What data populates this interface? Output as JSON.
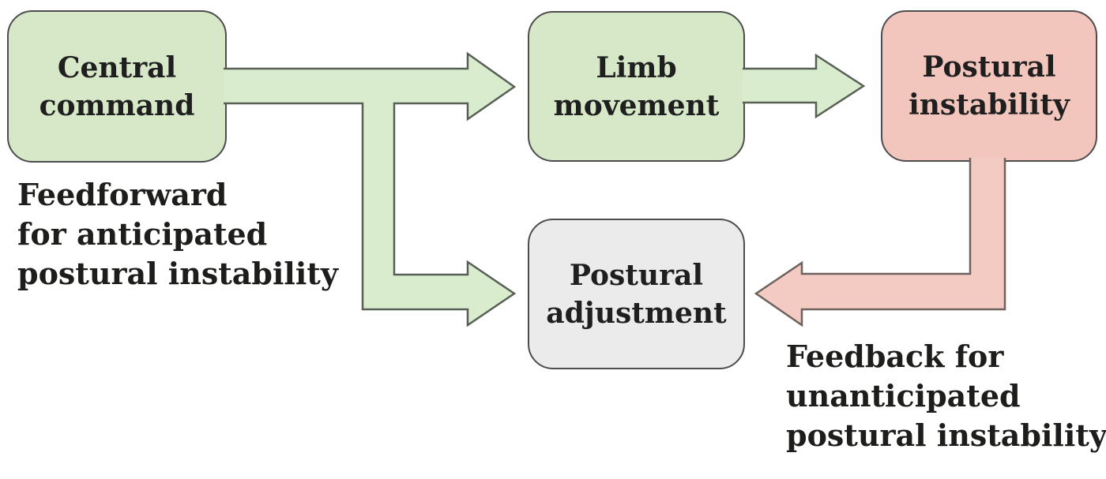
{
  "figure": {
    "title": "Feedforward and feedback postural control diagram",
    "background": "#ffffff"
  },
  "colors": {
    "green_box_fill": "#d6e8c7",
    "green_arrow_fill": "#d9ecce",
    "pink_box_fill": "#f2c6bd",
    "pink_arrow_fill": "#f4cbc2",
    "gray_box_fill": "#ebebeb",
    "box_border": "#4d4d4d",
    "text": "#1f1f1f"
  },
  "nodes": {
    "central_command": {
      "line1": "Central",
      "line2": "command"
    },
    "limb_movement": {
      "line1": "Limb",
      "line2": "movement"
    },
    "postural_instability": {
      "line1": "Postural",
      "line2": "instability"
    },
    "postural_adjustment": {
      "line1": "Postural",
      "line2": "adjustment"
    }
  },
  "labels": {
    "feedforward": {
      "line1": "Feedforward",
      "line2": "for anticipated",
      "line3": "postural instability"
    },
    "feedback": {
      "line1": "Feedback for",
      "line2": "unanticipated",
      "line3": "postural instability"
    }
  },
  "arrows": [
    {
      "name": "feedforward-arrow",
      "from": "Central command",
      "to": "Limb movement and Postural adjustment",
      "color": "#d9ecce"
    },
    {
      "name": "limb-to-instability-arrow",
      "from": "Limb movement",
      "to": "Postural instability",
      "color": "#d9ecce"
    },
    {
      "name": "feedback-arrow",
      "from": "Postural instability",
      "to": "Postural adjustment",
      "color": "#f4cbc2"
    }
  ]
}
